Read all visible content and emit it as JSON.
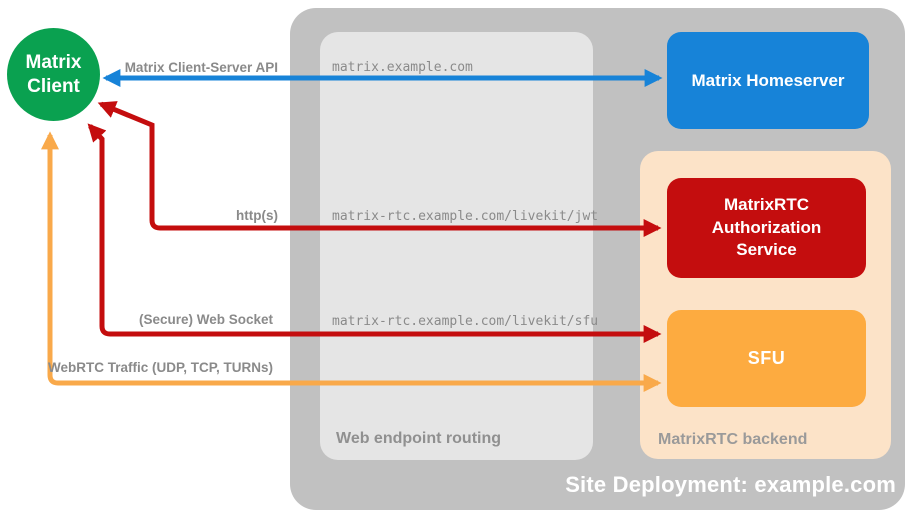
{
  "diagram": {
    "site": {
      "label": "Site Deployment: example.com"
    },
    "routing_zone": {
      "label": "Web endpoint routing"
    },
    "backend_zone": {
      "label": "MatrixRTC backend"
    },
    "nodes": {
      "client": {
        "label": "Matrix\nClient"
      },
      "homeserver": {
        "label": "Matrix Homeserver"
      },
      "auth_service": {
        "label": "MatrixRTC Authorization Service"
      },
      "sfu": {
        "label": "SFU"
      }
    },
    "connections": [
      {
        "name": "matrix-client-server-api",
        "label": "Matrix Client-Server API",
        "route": "matrix.example.com",
        "color": "#1783d8"
      },
      {
        "name": "https",
        "label": "http(s)",
        "route": "matrix-rtc.example.com/livekit/jwt",
        "color": "#c40d0e"
      },
      {
        "name": "secure-web-socket",
        "label": "(Secure) Web Socket",
        "route": "matrix-rtc.example.com/livekit/sfu",
        "color": "#c40d0e"
      },
      {
        "name": "webrtc-traffic",
        "label": "WebRTC Traffic (UDP, TCP, TURNs)",
        "color": "#f9a94a"
      }
    ],
    "colors": {
      "client_green": "#0aa150",
      "homeserver_blue": "#1783d8",
      "auth_red": "#c40d0e",
      "sfu_orange": "#fdab40",
      "backend_peach": "#fce3c8",
      "site_gray": "#c1c1c1",
      "routing_gray": "#e5e5e5",
      "label_gray": "#8a8a8a"
    }
  }
}
